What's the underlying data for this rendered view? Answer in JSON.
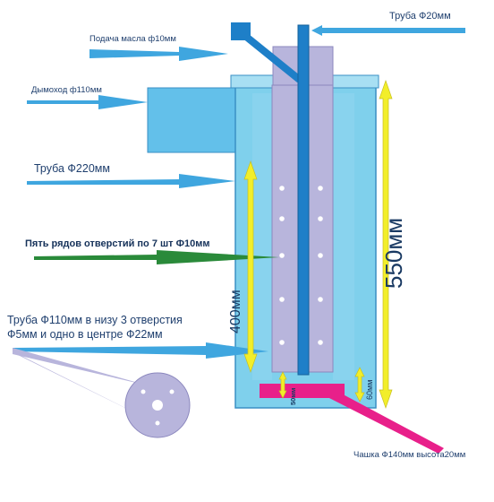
{
  "labels": {
    "pipe20": "Труба Ф20мм",
    "oil_feed": "Подача масла ф10мм",
    "chimney": "Дымоход ф110мм",
    "pipe220": "Труба Ф220мм",
    "holes": "Пять рядов отверстий по 7 шт Ф10мм",
    "pipe110_line1": "Труба Ф110мм в низу 3 отверстия",
    "pipe110_line2": "Ф5мм и одно в центре Ф22мм",
    "cup": "Чашка Ф140мм высота20мм"
  },
  "dimensions": {
    "height_total": "550мм",
    "height_inner": "400мм",
    "gap_cup": "50мм",
    "gap_bottom": "60мм"
  },
  "colors": {
    "outer_body": "#7fd0ec",
    "outer_stroke": "#3a8fc4",
    "inner_tube": "#b8b5dc",
    "center_pipe": "#1e7fc8",
    "cup": "#e8208a",
    "dimension_arrow": "#f2ee2a",
    "holes_arrow": "#2a8a3a",
    "callout_arrow": "#3fa6df",
    "cup_arrow": "#e8208a"
  }
}
